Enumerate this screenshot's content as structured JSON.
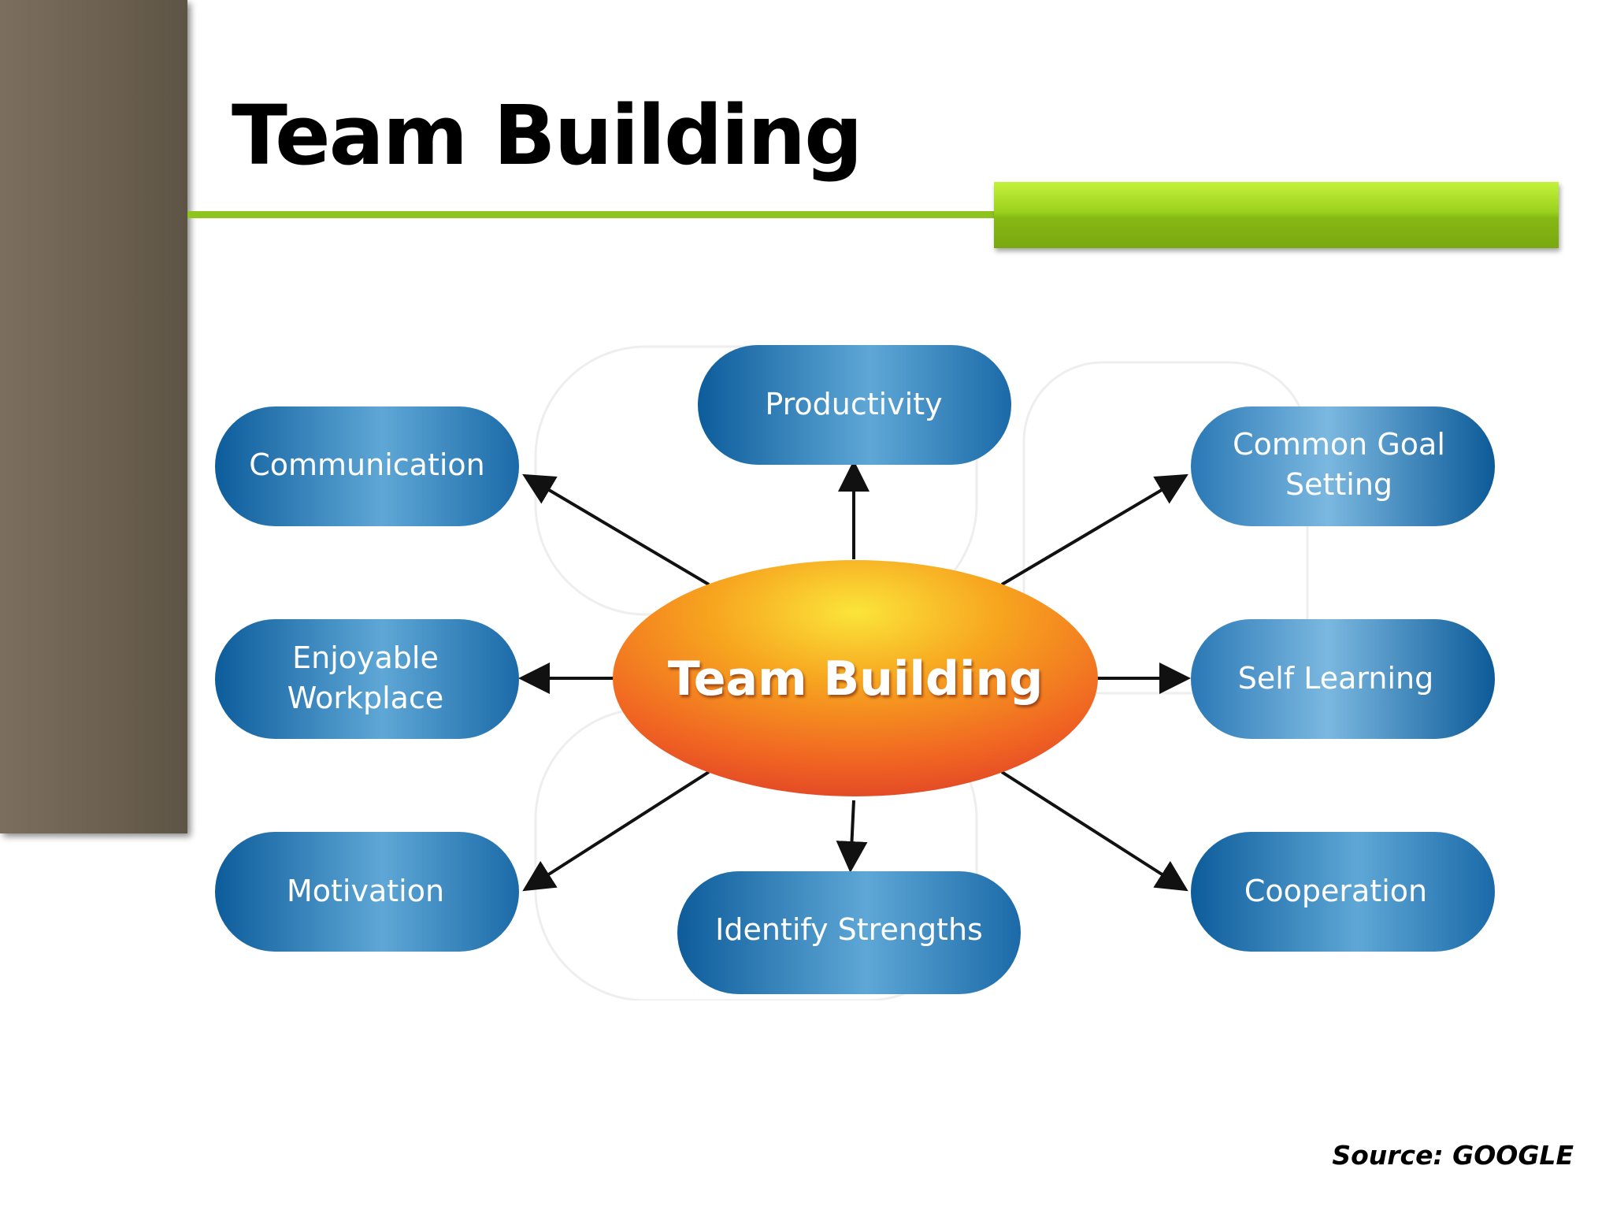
{
  "slide": {
    "title": "Team Building",
    "source": "Source: GOOGLE"
  },
  "diagram": {
    "center": "Team Building",
    "nodes": [
      {
        "id": "communication",
        "lines": [
          "Communication"
        ]
      },
      {
        "id": "productivity",
        "lines": [
          "Productivity"
        ]
      },
      {
        "id": "common-goal-setting",
        "lines": [
          "Common Goal",
          "Setting"
        ]
      },
      {
        "id": "enjoyable-workplace",
        "lines": [
          "Enjoyable",
          "Workplace"
        ]
      },
      {
        "id": "self-learning",
        "lines": [
          "Self Learning"
        ]
      },
      {
        "id": "motivation",
        "lines": [
          "Motivation"
        ]
      },
      {
        "id": "identify-strengths",
        "lines": [
          "Identify Strengths"
        ]
      },
      {
        "id": "cooperation",
        "lines": [
          "Cooperation"
        ]
      }
    ]
  },
  "colors": {
    "node_dark": "#0c5a98",
    "node_light": "#5fa8d6",
    "center_yellow": "#f9d21c",
    "center_orange": "#f48a1e",
    "center_red": "#e2452a",
    "accent_green": "#8fc31f",
    "side_bar": "#6e6353"
  }
}
